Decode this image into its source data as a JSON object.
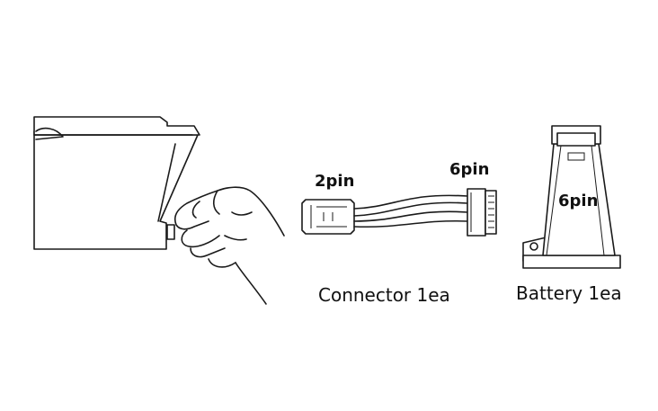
{
  "labels": {
    "connector_left_pin": "2pin",
    "connector_right_pin": "6pin",
    "battery_pin": "6pin",
    "connector_caption": "Connector 1ea",
    "battery_caption": "Battery 1ea"
  },
  "colors": {
    "line": "#1a1a1a",
    "background": "#ffffff",
    "text": "#111111"
  }
}
